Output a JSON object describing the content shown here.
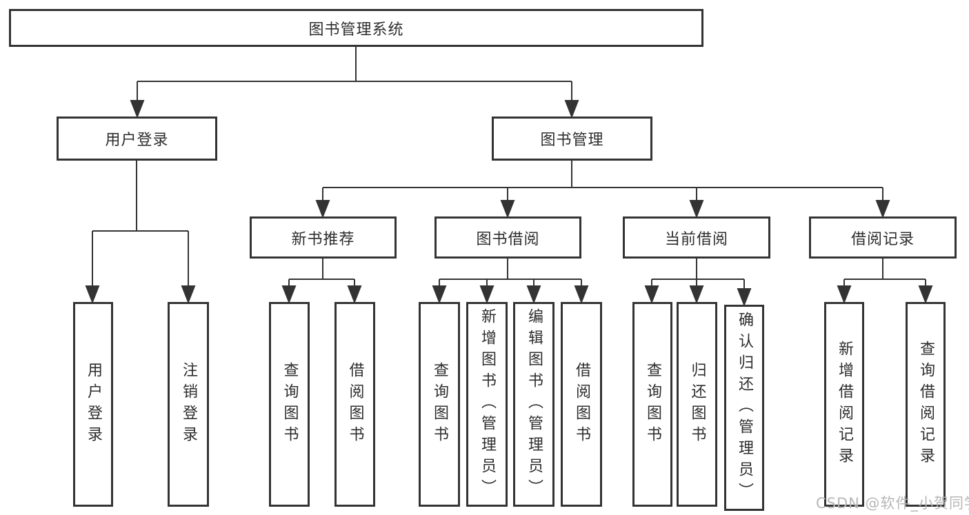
{
  "diagram": {
    "root_label": "图书管理系统",
    "nodes": {
      "user_login": "用户登录",
      "book_mgmt": "图书管理",
      "new_books": "新书推荐",
      "borrow": "图书借阅",
      "current": "当前借阅",
      "records": "借阅记录"
    },
    "leaves": {
      "user_login": [
        "用户登录",
        "注销登录"
      ],
      "new_books": [
        "查询图书",
        "借阅图书"
      ],
      "borrow": [
        "查询图书",
        "新增图书（管理员）",
        "编辑图书（管理员）",
        "借阅图书"
      ],
      "current": [
        "查询图书",
        "归还图书",
        "确认归还（管理员）"
      ],
      "records": [
        "新增借阅记录",
        "查询借阅记录"
      ]
    },
    "watermark": "CSDN @软件_小贺同学",
    "colors": {
      "line": "#333333",
      "text": "#2d2d2d",
      "watermark": "#b7b7b7",
      "background": "#ffffff"
    }
  }
}
